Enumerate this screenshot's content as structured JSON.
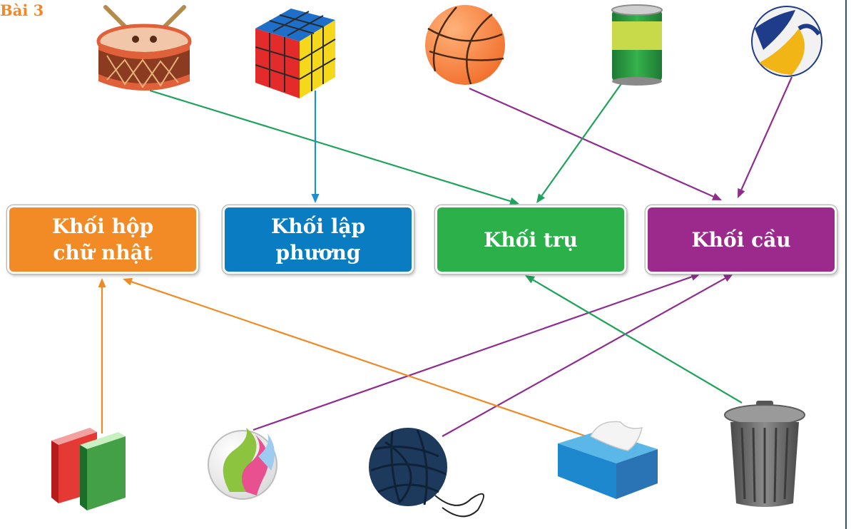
{
  "title": "Bài 3",
  "categories": [
    {
      "id": "box",
      "label": "Khối hộp\nchữ nhật",
      "color": "#f28a25"
    },
    {
      "id": "cube",
      "label": "Khối lập\nphương",
      "color": "#0a7cc2"
    },
    {
      "id": "cylinder",
      "label": "Khối trụ",
      "color": "#2bb04a"
    },
    {
      "id": "sphere",
      "label": "Khối cầu",
      "color": "#9b2a8c"
    }
  ],
  "objects_top": [
    {
      "icon": "drum-icon",
      "shape": "cylinder",
      "arrow_color": "#1fa35b"
    },
    {
      "icon": "rubiks-cube-icon",
      "shape": "cube",
      "arrow_color": "#1b8fd0"
    },
    {
      "icon": "basketball-icon",
      "shape": "sphere",
      "arrow_color": "#8e2d8f"
    },
    {
      "icon": "food-can-icon",
      "shape": "cylinder",
      "arrow_color": "#1fa35b"
    },
    {
      "icon": "volleyball-icon",
      "shape": "sphere",
      "arrow_color": "#8e2d8f"
    }
  ],
  "objects_bottom": [
    {
      "icon": "books-icon",
      "shape": "box",
      "arrow_color": "#f08a24"
    },
    {
      "icon": "marble-icon",
      "shape": "sphere",
      "arrow_color": "#8e2d8f"
    },
    {
      "icon": "yarn-ball-icon",
      "shape": "sphere",
      "arrow_color": "#8e2d8f"
    },
    {
      "icon": "tissue-box-icon",
      "shape": "box",
      "arrow_color": "#f08a24"
    },
    {
      "icon": "trash-can-icon",
      "shape": "cylinder",
      "arrow_color": "#1fa35b"
    }
  ],
  "colors": {
    "title": "#f0892a",
    "frame": "#2e4f8f"
  }
}
